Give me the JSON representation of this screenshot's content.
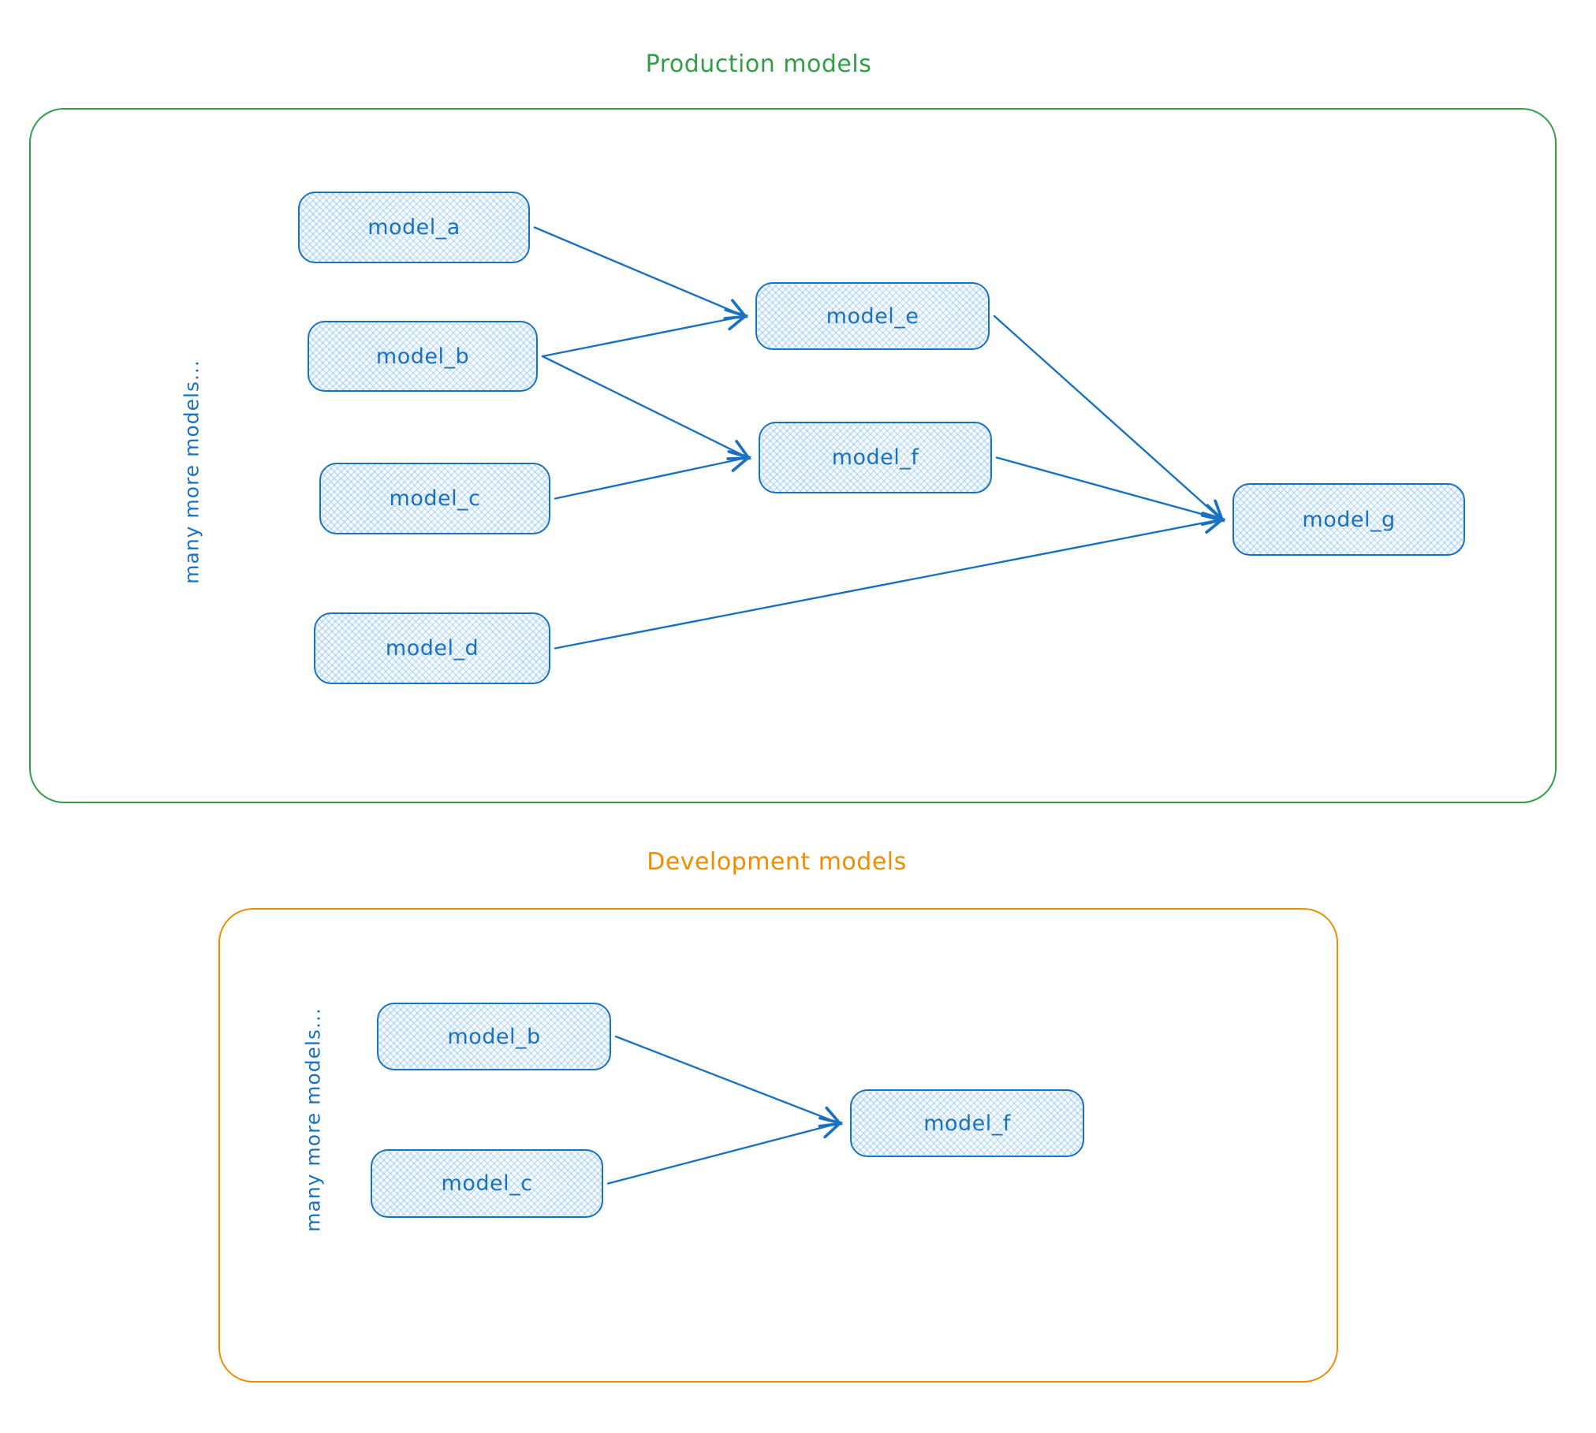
{
  "production": {
    "title": "Production models",
    "side_label": "many more models...",
    "nodes": [
      {
        "id": "model_a",
        "label": "model_a"
      },
      {
        "id": "model_b",
        "label": "model_b"
      },
      {
        "id": "model_c",
        "label": "model_c"
      },
      {
        "id": "model_d",
        "label": "model_d"
      },
      {
        "id": "model_e",
        "label": "model_e"
      },
      {
        "id": "model_f",
        "label": "model_f"
      },
      {
        "id": "model_g",
        "label": "model_g"
      }
    ],
    "edges": [
      {
        "from": "model_a",
        "to": "model_e"
      },
      {
        "from": "model_b",
        "to": "model_e"
      },
      {
        "from": "model_b",
        "to": "model_f"
      },
      {
        "from": "model_c",
        "to": "model_f"
      },
      {
        "from": "model_e",
        "to": "model_g"
      },
      {
        "from": "model_f",
        "to": "model_g"
      },
      {
        "from": "model_d",
        "to": "model_g"
      }
    ]
  },
  "development": {
    "title": "Development models",
    "side_label": "many more models...",
    "nodes": [
      {
        "id": "model_b",
        "label": "model_b"
      },
      {
        "id": "model_c",
        "label": "model_c"
      },
      {
        "id": "model_f",
        "label": "model_f"
      }
    ],
    "edges": [
      {
        "from": "model_b",
        "to": "model_f"
      },
      {
        "from": "model_c",
        "to": "model_f"
      }
    ]
  },
  "colors": {
    "node_stroke": "#1971c2",
    "node_fill_hatch": "#a5d8ff",
    "arrow": "#1971c2",
    "production_accent": "#2f9e44",
    "development_accent": "#f08c00"
  }
}
